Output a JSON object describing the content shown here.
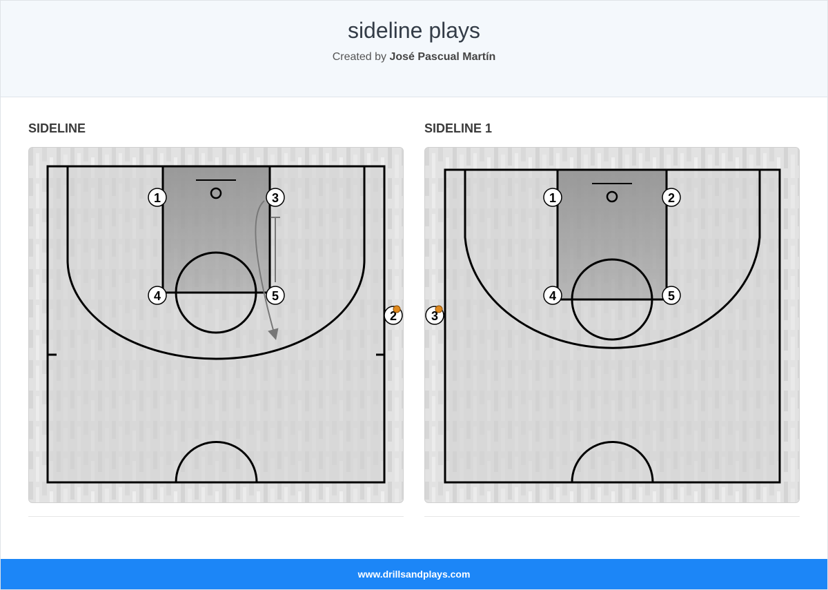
{
  "header": {
    "title": "sideline plays",
    "byline_prefix": "Created by",
    "author": "José Pascual Martín"
  },
  "diagrams": [
    {
      "title": "SIDELINE",
      "players": [
        {
          "number": "1"
        },
        {
          "number": "3"
        },
        {
          "number": "4"
        },
        {
          "number": "5"
        },
        {
          "number": "2",
          "has_ball": true
        }
      ]
    },
    {
      "title": "SIDELINE 1",
      "players": [
        {
          "number": "1"
        },
        {
          "number": "2"
        },
        {
          "number": "4"
        },
        {
          "number": "5"
        },
        {
          "number": "3",
          "has_ball": true
        }
      ]
    }
  ],
  "footer": {
    "text": "www.drillsandplays.com"
  },
  "colors": {
    "footer_bg": "#1c86f7",
    "header_bg": "#f4f8fc",
    "ball": "#e08a1e"
  }
}
